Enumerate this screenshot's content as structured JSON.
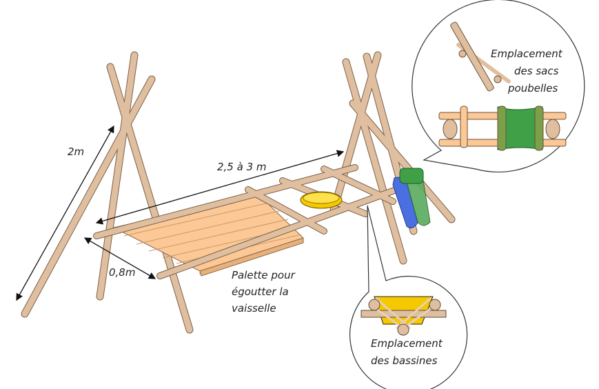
{
  "labels": {
    "height": "2m",
    "length": "2,5 à 3 m",
    "width": "0,8m",
    "pallet": [
      "Palette pour",
      "égoutter la",
      "vaisselle"
    ],
    "bags_callout": [
      "Emplacement",
      "des sacs",
      "poubelles"
    ],
    "basins_callout": [
      "Emplacement",
      "des bassines"
    ]
  },
  "colors": {
    "pole": "#dfbf9f",
    "pallet": "#fbc896",
    "basin": "#f5c800",
    "bag_green": "#3fa048",
    "bag_blue": "#4a6fe0",
    "outline": "#5a4a3a"
  }
}
